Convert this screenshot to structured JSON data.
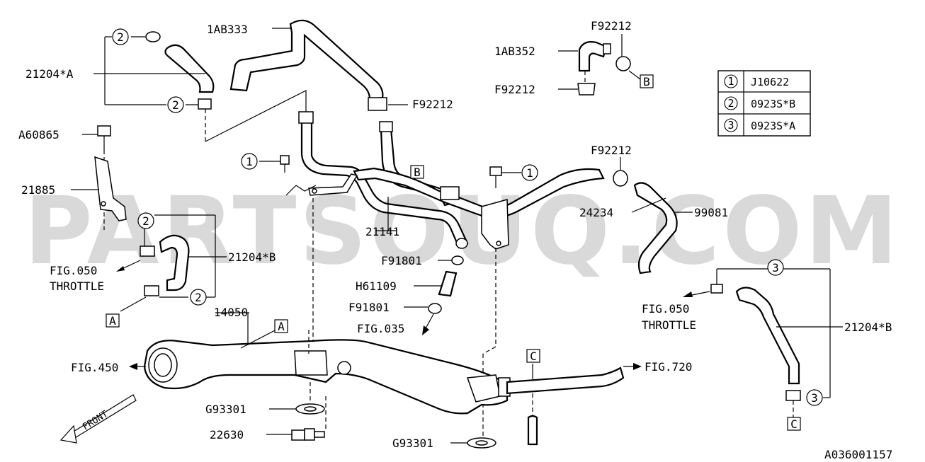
{
  "watermark": "PARTSOUQ.COM",
  "diagram_id": "A036001157",
  "legend": [
    {
      "num": "1",
      "code": "J10622"
    },
    {
      "num": "2",
      "code": "0923S*B"
    },
    {
      "num": "3",
      "code": "0923S*A"
    }
  ],
  "part_labels": {
    "p_1ab333": "1AB333",
    "p_21204a": "21204*A",
    "p_a60865": "A60865",
    "p_21885": "21885",
    "p_21204b_left": "21204*B",
    "p_fig050_left": "FIG.050",
    "p_throttle_left": "THROTTLE",
    "p_14050": "14050",
    "p_fig450": "FIG.450",
    "p_g93301_left": "G93301",
    "p_22630": "22630",
    "p_f92212_mid": "F92212",
    "p_21141": "21141",
    "p_f91801_top": "F91801",
    "p_h61109": "H61109",
    "p_f91801_bottom": "F91801",
    "p_fig035": "FIG.035",
    "p_g93301_right": "G93301",
    "p_fig720": "FIG.720",
    "p_1ab352": "1AB352",
    "p_f92212_top": "F92212",
    "p_f92212_top_left": "F92212",
    "p_f92212_right": "F92212",
    "p_24234": "24234",
    "p_99081": "99081",
    "p_fig050_right": "FIG.050",
    "p_throttle_right": "THROTTLE",
    "p_21204b_right": "21204*B"
  },
  "callouts": {
    "c2_top": "2",
    "c2_mid": "2",
    "c1_left": "1",
    "c1_right": "1",
    "c2_low_top": "2",
    "c2_low_bottom": "2",
    "c3_top": "3",
    "c3_bottom": "3"
  },
  "ref_boxes": {
    "a_left": "A",
    "a_center": "A",
    "b_center": "B",
    "b_top": "B",
    "c_center": "C",
    "c_right": "C"
  },
  "front_label": "FRONT"
}
